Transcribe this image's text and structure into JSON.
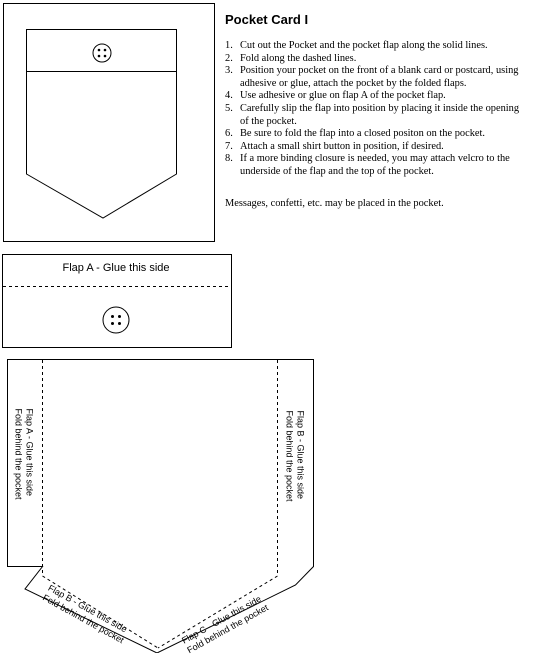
{
  "title": "Pocket Card I",
  "instructions": [
    {
      "num": "1.",
      "text": "Cut out the Pocket and the pocket flap along the solid lines."
    },
    {
      "num": "2.",
      "text": "Fold along the dashed lines."
    },
    {
      "num": "3.",
      "text": "Position your pocket on the front of a blank card or postcard, using adhesive or glue, attach the pocket by the folded flaps."
    },
    {
      "num": "4.",
      "text": "Use adhesive or glue on flap A of the pocket flap."
    },
    {
      "num": "5.",
      "text": "Carefully slip the flap into position by placing it inside the opening of the pocket."
    },
    {
      "num": "6.",
      "text": "Be sure to fold the flap into a closed positon on the pocket."
    },
    {
      "num": "7.",
      "text": "Attach a small shirt button in position, if desired."
    },
    {
      "num": "8.",
      "text": "If a more binding closure is needed, you may attach velcro to the underside of the flap and the top of the pocket."
    }
  ],
  "note": "Messages, confetti, etc. may be placed in the pocket.",
  "flap_a_label": "Flap A - Glue this side",
  "side_flaps": {
    "a": {
      "line1": "Flap A - Glue this side",
      "line2": "Fold behind the pocket"
    },
    "b": {
      "line1": "Flap B - Glue this side",
      "line2": "Fold behind the pocket"
    },
    "bottom_left": {
      "line1": "Flap B - Glue this side",
      "line2": "Fold behind the pocket"
    },
    "bottom_right": {
      "line1": "Flap C - Glue this side",
      "line2": "Fold behind the pocket"
    }
  }
}
